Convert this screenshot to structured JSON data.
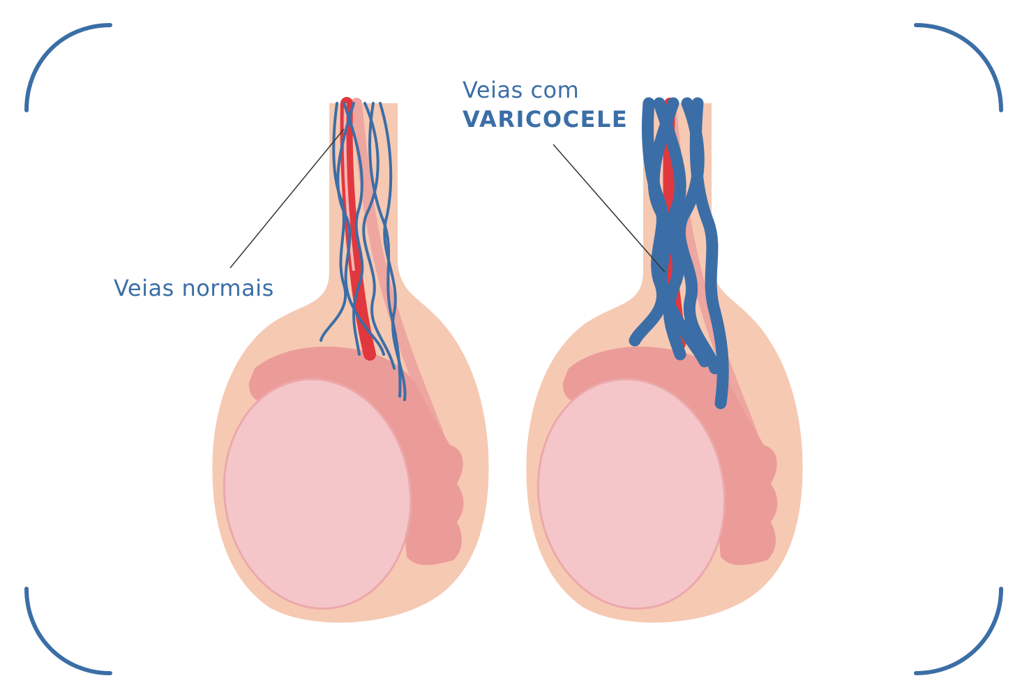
{
  "labels": {
    "normal_veins": "Veias normais",
    "varicocele_line1": "Veias com",
    "varicocele_line2": "VARICOCELE"
  },
  "colors": {
    "frame": "#3b6ea6",
    "skin": "#f6c9b3",
    "epididymis": "#eb9c99",
    "testis": "#f4c6ca",
    "artery": "#e0383e",
    "vein": "#3b6ea6",
    "leader_line": "#333333"
  },
  "figures": [
    {
      "name": "normal",
      "label": "Veias normais"
    },
    {
      "name": "varicocele",
      "label": "Veias com VARICOCELE"
    }
  ]
}
